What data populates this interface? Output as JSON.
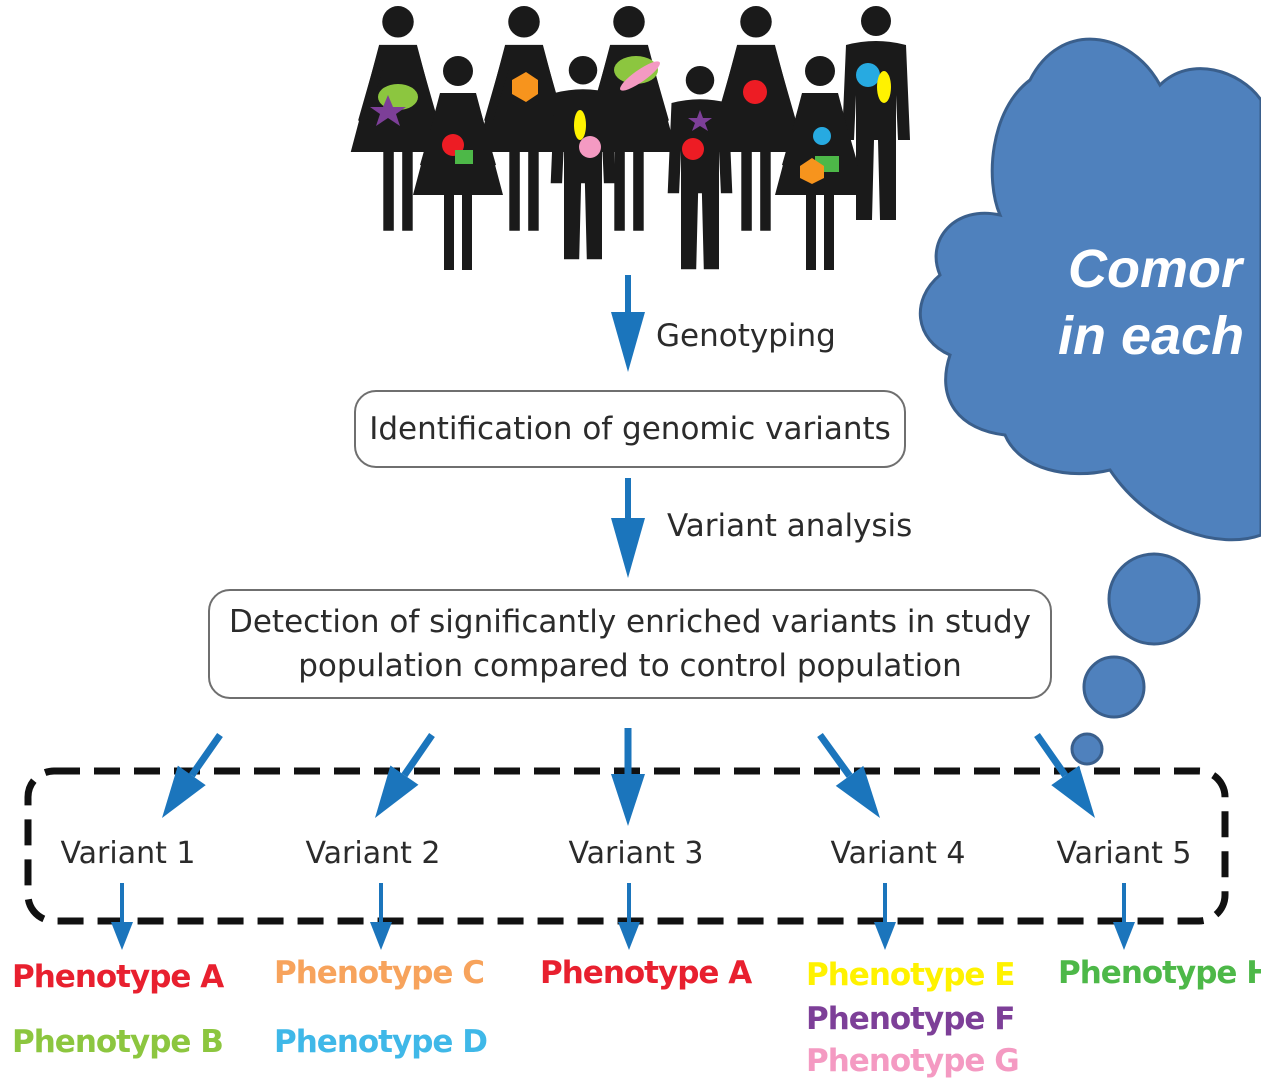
{
  "steps": {
    "genotyping": "Genotyping",
    "variant_analysis": "Variant analysis"
  },
  "boxes": {
    "identification": "Identification of genomic variants",
    "detection_line1": "Detection of significantly enriched variants in study",
    "detection_line2": "population compared to control population"
  },
  "variants": [
    "Variant 1",
    "Variant 2",
    "Variant 3",
    "Variant 4",
    "Variant 5"
  ],
  "phenotypes": {
    "v1": [
      {
        "label": "Phenotype A",
        "color": "#e8202f"
      },
      {
        "label": "Phenotype B",
        "color": "#8cc63f"
      }
    ],
    "v2": [
      {
        "label": "Phenotype C",
        "color": "#f7a35c"
      },
      {
        "label": "Phenotype D",
        "color": "#3fb8e8"
      }
    ],
    "v3": [
      {
        "label": "Phenotype A",
        "color": "#e8202f"
      }
    ],
    "v4": [
      {
        "label": "Phenotype E",
        "color": "#fff200"
      },
      {
        "label": "Phenotype F",
        "color": "#7d3f98"
      },
      {
        "label": "Phenotype G",
        "color": "#f49ac2"
      }
    ],
    "v5": [
      {
        "label": "Phenotype H",
        "color": "#4db848"
      }
    ]
  },
  "thought_bubble": {
    "line1": "Comor",
    "line2": "in each",
    "fill": "#4f81bd"
  },
  "colors": {
    "arrow": "#1b75bc",
    "figure": "#1a1a1a",
    "dashed_border": "#111111"
  },
  "icons": [
    "people-group-icon",
    "down-arrow-icon",
    "diagonal-arrow-icon"
  ]
}
